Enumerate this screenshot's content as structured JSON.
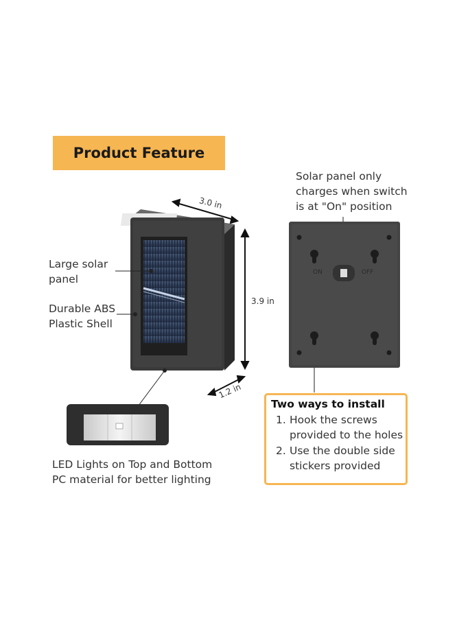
{
  "banner": {
    "title": "Product Feature"
  },
  "dimensions": {
    "width": "3.0 in",
    "height": "3.9 in",
    "depth": "1.2 in"
  },
  "callouts": {
    "solar_panel": [
      "Large solar",
      "panel"
    ],
    "shell": [
      "Durable ABS",
      "Plastic Shell"
    ],
    "led": [
      "LED Lights on Top and Bottom",
      "PC material for better lighting"
    ],
    "switch_note": [
      "Solar panel only",
      "charges when switch",
      "is at \"On\" position"
    ]
  },
  "back_panel": {
    "on_label": "ON",
    "off_label": "OFF"
  },
  "install": {
    "title": "Two ways to  install",
    "steps": [
      {
        "num": "1.",
        "lines": [
          "Hook the screws",
          "provided to the holes"
        ]
      },
      {
        "num": "2.",
        "lines": [
          "Use the double side",
          "stickers provided"
        ]
      }
    ]
  }
}
